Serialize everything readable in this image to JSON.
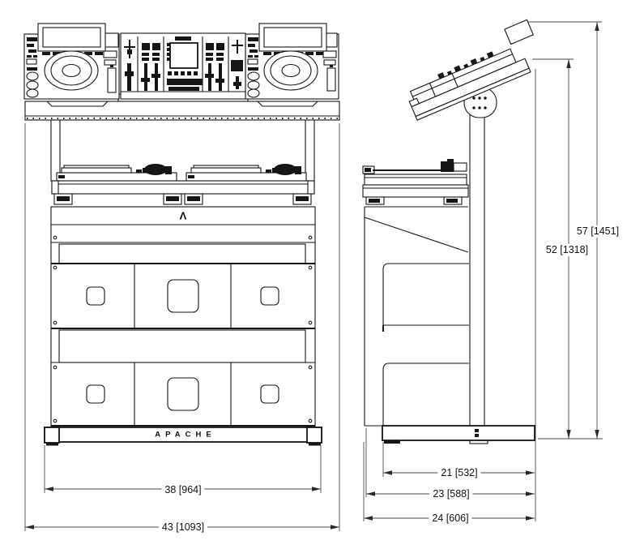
{
  "document": {
    "kind": "product technical drawing",
    "brand": "APACHE",
    "logo_mark": "Λ"
  },
  "front_view": {
    "name": "DJ console stand - front elevation",
    "dimensions": {
      "inner_width": {
        "label": "38 [964]",
        "inches": 38,
        "mm": 964
      },
      "overall_width": {
        "label": "43 [1093]",
        "inches": 43,
        "mm": 1093
      }
    }
  },
  "side_view": {
    "name": "DJ console stand - side elevation",
    "dimensions": {
      "overall_height": {
        "label": "57 [1451]",
        "inches": 57,
        "mm": 1451
      },
      "deck_height": {
        "label": "52 [1318]",
        "inches": 52,
        "mm": 1318
      },
      "base_depth": {
        "label": "21 [532]",
        "inches": 21,
        "mm": 532
      },
      "cabinet_depth": {
        "label": "23 [588]",
        "inches": 23,
        "mm": 588
      },
      "overall_depth": {
        "label": "24 [606]",
        "inches": 24,
        "mm": 606
      }
    }
  },
  "colors": {
    "line": "#161616",
    "dimension_line": "#4a4a4a",
    "background": "#ffffff"
  }
}
